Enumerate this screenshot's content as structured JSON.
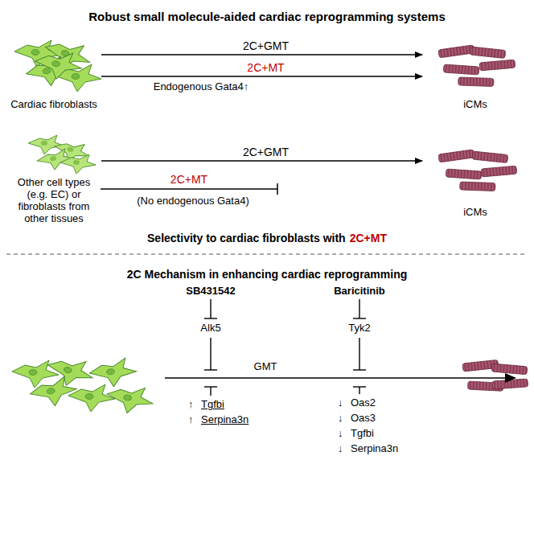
{
  "diagram": {
    "title": "Robust small molecule-aided cardiac reprogramming systems",
    "nodes": [
      {
        "text": [
          "Cardiac fibroblasts"
        ]
      },
      {
        "text": [
          "iCMs"
        ]
      },
      {
        "text": [
          "Other cell types (e.g. EC) or fibroblasts from other tissues"
        ]
      },
      {
        "text": [
          "iCMs"
        ]
      }
    ],
    "edges": [
      {
        "from": 0,
        "to": 1,
        "label": "2C+GMT",
        "arrow": "to"
      },
      {
        "from": 0,
        "to": 1,
        "label": "2C+MT",
        "arrow": "to"
      },
      {
        "from": 2,
        "to": 3,
        "label": "2C+GMT",
        "arrow": "to"
      }
    ],
    "labels": [
      "Endogenous Gata4↑",
      "2C+MT",
      "(No endogenous Gata4)",
      "Selectivity to cardiac fibroblasts with",
      "2C+MT",
      "2C Mechanism in enhancing cardiac reprogramming",
      "SB431542",
      "Baricitinib",
      "Alk5",
      "Tyk2",
      "GMT",
      "↑",
      "Tgfbi",
      "↑",
      "Serpina3n",
      "↓",
      "Oas2",
      "↓",
      "Oas3",
      "↓",
      "Tgfbi",
      "↓",
      "Serpina3n"
    ]
  }
}
